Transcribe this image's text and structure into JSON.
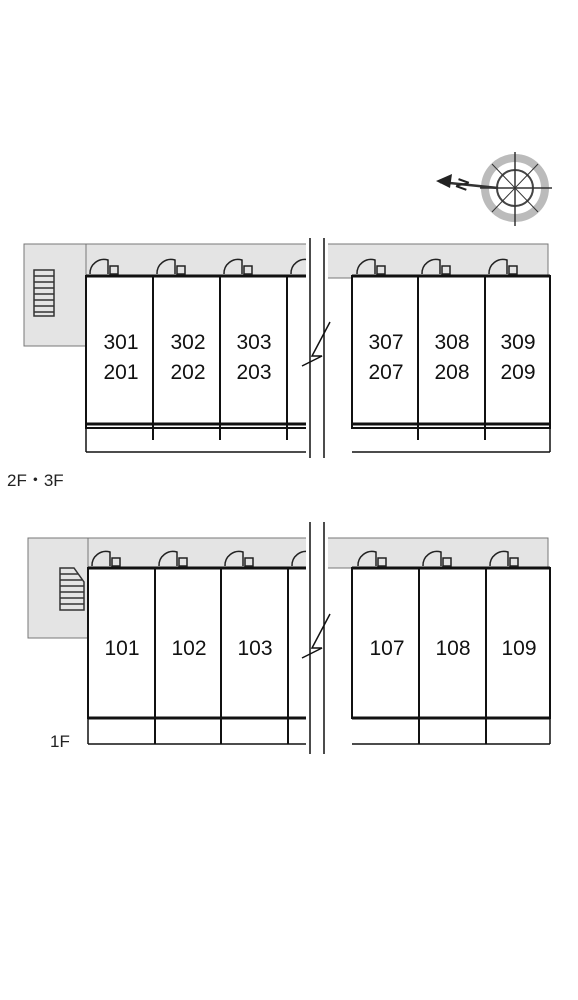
{
  "compass": {
    "north_letter": "N"
  },
  "upper_floor": {
    "label": "2F・3F",
    "units": [
      {
        "top": "301",
        "bottom": "201"
      },
      {
        "top": "302",
        "bottom": "202"
      },
      {
        "top": "303",
        "bottom": "203"
      },
      {
        "top": "307",
        "bottom": "207"
      },
      {
        "top": "308",
        "bottom": "208"
      },
      {
        "top": "309",
        "bottom": "209"
      }
    ]
  },
  "lower_floor": {
    "label": "1F",
    "units": [
      {
        "top": "101"
      },
      {
        "top": "102"
      },
      {
        "top": "103"
      },
      {
        "top": "107"
      },
      {
        "top": "108"
      },
      {
        "top": "109"
      }
    ]
  }
}
